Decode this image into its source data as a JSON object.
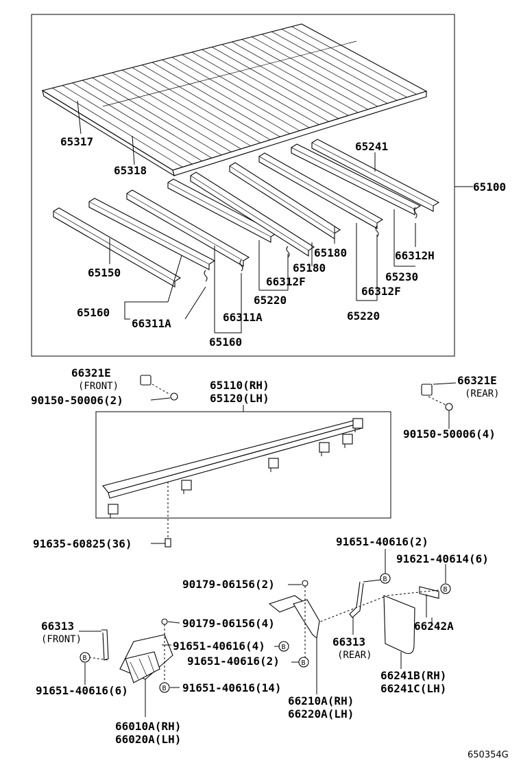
{
  "upper_group": {
    "labels": {
      "p65317": "65317",
      "p65318": "65318",
      "p65241": "65241",
      "p65100": "65100",
      "p65150": "65150",
      "p65160a": "65160",
      "p65160b": "65160",
      "p66311a_1": "66311A",
      "p66311a_2": "66311A",
      "p65220a": "65220",
      "p65220b": "65220",
      "p66312f_1": "66312F",
      "p66312f_2": "66312F",
      "p65180a": "65180",
      "p65180b": "65180",
      "p66312h": "66312H",
      "p65230": "65230"
    }
  },
  "sill_group": {
    "labels": {
      "p66321e_front": "66321E",
      "front_note": "(FRONT)",
      "p90150_front": "90150-50006(2)",
      "p65110": "65110(RH)",
      "p65120": "65120(LH)",
      "p66321e_rear": "66321E",
      "rear_note": "(REAR)",
      "p90150_rear": "90150-50006(4)",
      "p91635": "91635-60825(36)"
    }
  },
  "mudguard_group": {
    "labels": {
      "p91651_2_top": "91651-40616(2)",
      "p91621": "91621-40614(6)",
      "p90179_2": "90179-06156(2)",
      "p90179_4": "90179-06156(4)",
      "p66313_front": "66313",
      "front_note": "(FRONT)",
      "p91651_4": "91651-40616(4)",
      "p91651_2_mid": "91651-40616(2)",
      "p66313_rear": "66313",
      "rear_note": "(REAR)",
      "p66242a": "66242A",
      "p91651_6": "91651-40616(6)",
      "p91651_14": "91651-40616(14)",
      "p66210a": "66210A(RH)",
      "p66220a": "66220A(LH)",
      "p66241b": "66241B(RH)",
      "p66241c": "66241C(LH)",
      "p66010a": "66010A(RH)",
      "p66020a": "66020A(LH)"
    },
    "bolt_marker": "B"
  },
  "figure_code": "650354G"
}
